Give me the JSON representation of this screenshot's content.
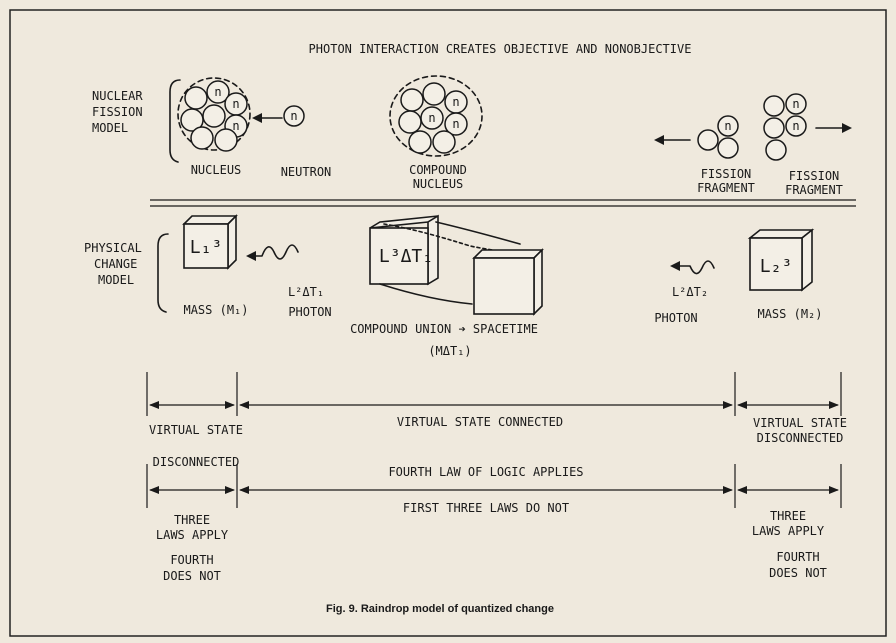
{
  "page_title": "",
  "title": "PHOTON INTERACTION CREATES OBJECTIVE AND NONOBJECTIVE",
  "fission": {
    "model_label_lines": [
      "NUCLEAR",
      "FISSION",
      "MODEL"
    ],
    "nucleus": "NUCLEUS",
    "neutron": "NEUTRON",
    "compound_lines": [
      "COMPOUND",
      "NUCLEUS"
    ],
    "fragment_left_lines": [
      "FISSION",
      "FRAGMENT"
    ],
    "fragment_right_lines": [
      "FISSION",
      "FRAGMENT"
    ],
    "neutron_glyph": "n"
  },
  "physical": {
    "model_label_lines": [
      "PHYSICAL",
      "CHANGE",
      "MODEL"
    ],
    "box1_label": "L₁³",
    "mass1": "MASS (M₁)",
    "photon1_formula": "L²ΔT₁",
    "photon1_label": "PHOTON",
    "union_label": "L³ΔT₁",
    "compound_union": "COMPOUND UNION ➔ SPACETIME",
    "union_formula": "(MΔT₁)",
    "photon2_formula": "L²ΔT₂",
    "photon2_label": "PHOTON",
    "box2_label": "L₂³",
    "mass2": "MASS (M₂)"
  },
  "timeline": {
    "left_state_line1": "VIRTUAL STATE",
    "left_state_line2": "DISCONNECTED",
    "middle_state": "VIRTUAL STATE CONNECTED",
    "right_state_line1": "VIRTUAL STATE",
    "right_state_line2": "DISCONNECTED",
    "fourth_law": "FOURTH LAW OF LOGIC APPLIES",
    "first_three": "FIRST THREE LAWS DO NOT",
    "left_three_lines": [
      "THREE",
      "LAWS APPLY"
    ],
    "left_fourth_lines": [
      "FOURTH",
      "DOES NOT"
    ],
    "right_three_lines": [
      "THREE",
      "LAWS APPLY"
    ],
    "right_fourth_lines": [
      "FOURTH",
      "DOES NOT"
    ]
  },
  "caption": "Fig. 9.  Raindrop model of quantized change"
}
